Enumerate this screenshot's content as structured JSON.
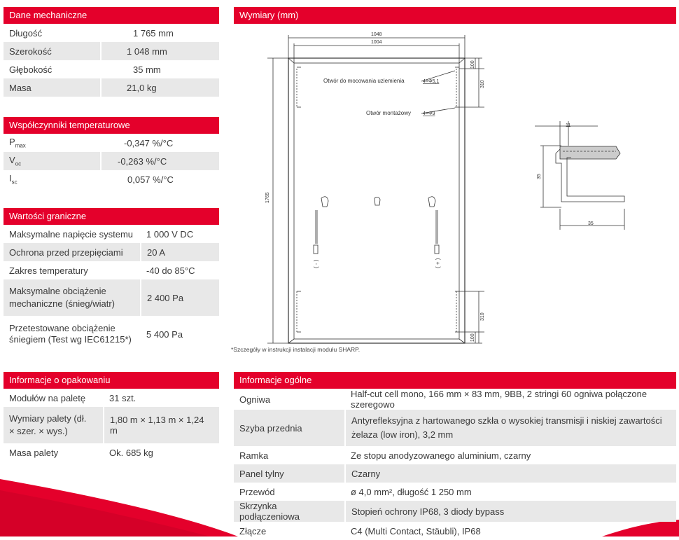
{
  "mech": {
    "title": "Dane mechaniczne",
    "rows": [
      {
        "label": "Długość",
        "value": "1 765 mm"
      },
      {
        "label": "Szerokość",
        "value": "1 048 mm"
      },
      {
        "label": "Głębokość",
        "value": "35 mm"
      },
      {
        "label": "Masa",
        "value": "21,0 kg"
      }
    ]
  },
  "temp": {
    "title": "Współczynniki temperaturowe",
    "rows": [
      {
        "label_main": "P",
        "label_sub": "max",
        "value": "-0,347 %/°C"
      },
      {
        "label_main": "V",
        "label_sub": "oc",
        "value": "-0,263 %/°C"
      },
      {
        "label_main": "I",
        "label_sub": "sc",
        "value": "0,057 %/°C"
      }
    ]
  },
  "limits": {
    "title": "Wartości graniczne",
    "rows": [
      {
        "label": "Maksymalne napięcie systemu",
        "value": "1 000 V DC"
      },
      {
        "label": "Ochrona przed przepięciami",
        "value": "20 A"
      },
      {
        "label": "Zakres temperatury",
        "value": "-40 do 85°C"
      },
      {
        "label": "Maksymalne obciążenie mechaniczne (śnieg/wiatr)",
        "value": "2 400 Pa"
      },
      {
        "label": "Przetestowane obciążenie śniegiem (Test wg IEC61215*)",
        "value": "5 400 Pa"
      }
    ]
  },
  "packaging": {
    "title": "Informacje o opakowaniu",
    "rows": [
      {
        "label": "Modułów na paletę",
        "value": "31 szt."
      },
      {
        "label": "Wymiary palety (dł. × szer. × wys.)",
        "value": "1,80 m × 1,13 m × 1,24 m"
      },
      {
        "label": "Masa palety",
        "value": "Ok. 685 kg"
      }
    ]
  },
  "dims": {
    "title": "Wymiary (mm)",
    "width_outer": "1048",
    "width_inner": "1004",
    "height": "1765",
    "grounding_label": "Otwór do mocowania uziemienia",
    "grounding_spec": "4×Φ5,1",
    "mount_label": "Otwór montażowy",
    "mount_spec": "4×Φ9",
    "d100_top": "100",
    "d310_top": "310",
    "d310_bot": "310",
    "d100_bot": "100",
    "minus": "( - )",
    "plus": "( + )",
    "frame_11": "11",
    "frame_35_v": "35",
    "frame_35_h": "35",
    "note": "*Szczegóły w instrukcji instalacji modułu SHARP."
  },
  "general": {
    "title": "Informacje ogólne",
    "rows": [
      {
        "label": "Ogniwa",
        "value": "Half-cut cell mono, 166 mm × 83 mm, 9BB, 2 stringi 60 ogniwa połączone szeregowo"
      },
      {
        "label": "Szyba przednia",
        "value": "Antyrefleksyjna z hartowanego szkła o wysokiej transmisji i niskiej zawartości żelaza (low iron), 3,2 mm"
      },
      {
        "label": "Ramka",
        "value": "Ze stopu anodyzowanego aluminium, czarny"
      },
      {
        "label": "Panel tylny",
        "value": "Czarny"
      },
      {
        "label": "Przewód",
        "value": "ø 4,0 mm², długość 1 250 mm"
      },
      {
        "label": "Skrzynka podłączeniowa",
        "value": "Stopień ochrony IP68, 3 diody bypass"
      },
      {
        "label": "Złącze",
        "value": "C4 (Multi Contact, Stäubli), IP68"
      }
    ]
  },
  "colors": {
    "accent": "#e4002b",
    "row_alt": "#e8e8e8"
  }
}
